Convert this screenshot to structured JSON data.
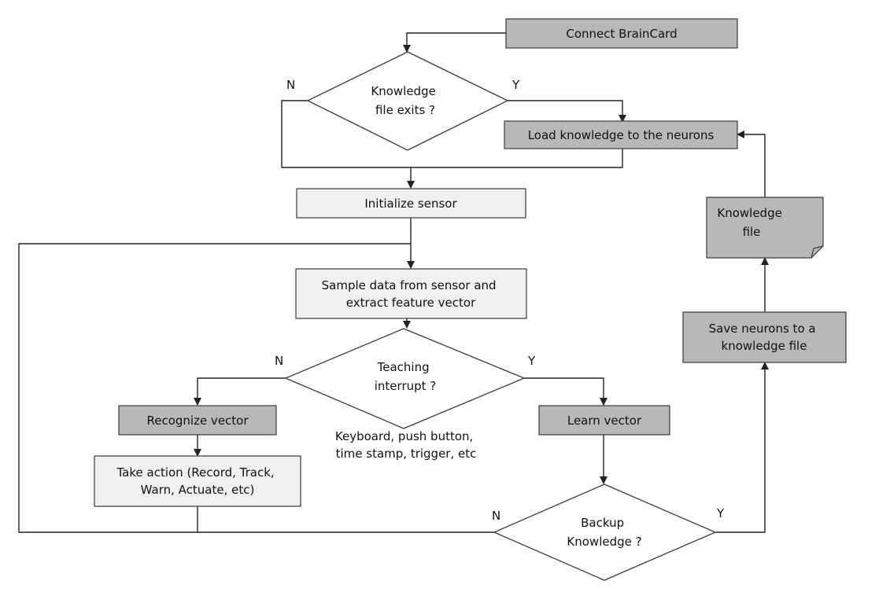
{
  "nodes": {
    "connect": [
      "Connect  BrainCard"
    ],
    "knowledge_exists": [
      "Knowledge",
      "file exits ?"
    ],
    "load_knowledge": [
      "Load knowledge to the neurons"
    ],
    "init_sensor": [
      "Initialize sensor"
    ],
    "sample_data": [
      "Sample data  from sensor and",
      "extract feature vector"
    ],
    "teaching_interrupt": [
      "Teaching",
      "interrupt ?"
    ],
    "interrupt_note": [
      "Keyboard, push button,",
      "time stamp, trigger, etc"
    ],
    "recognize": [
      "Recognize vector"
    ],
    "take_action": [
      "Take action (Record, Track,",
      "Warn, Actuate, etc)"
    ],
    "learn": [
      "Learn vector"
    ],
    "backup": [
      "Backup",
      "Knowledge ?"
    ],
    "save_neurons": [
      "Save neurons to a",
      "knowledge file"
    ],
    "knowledge_file": [
      "Knowledge",
      "file"
    ]
  },
  "branch_labels": {
    "knowledge_no": "N",
    "knowledge_yes": "Y",
    "teaching_no": "N",
    "teaching_yes": "Y",
    "backup_no": "N",
    "backup_yes": "Y"
  },
  "colors": {
    "process_dark": "#b8b8b8",
    "process_light": "#f0f0f0",
    "stroke": "#222222"
  }
}
